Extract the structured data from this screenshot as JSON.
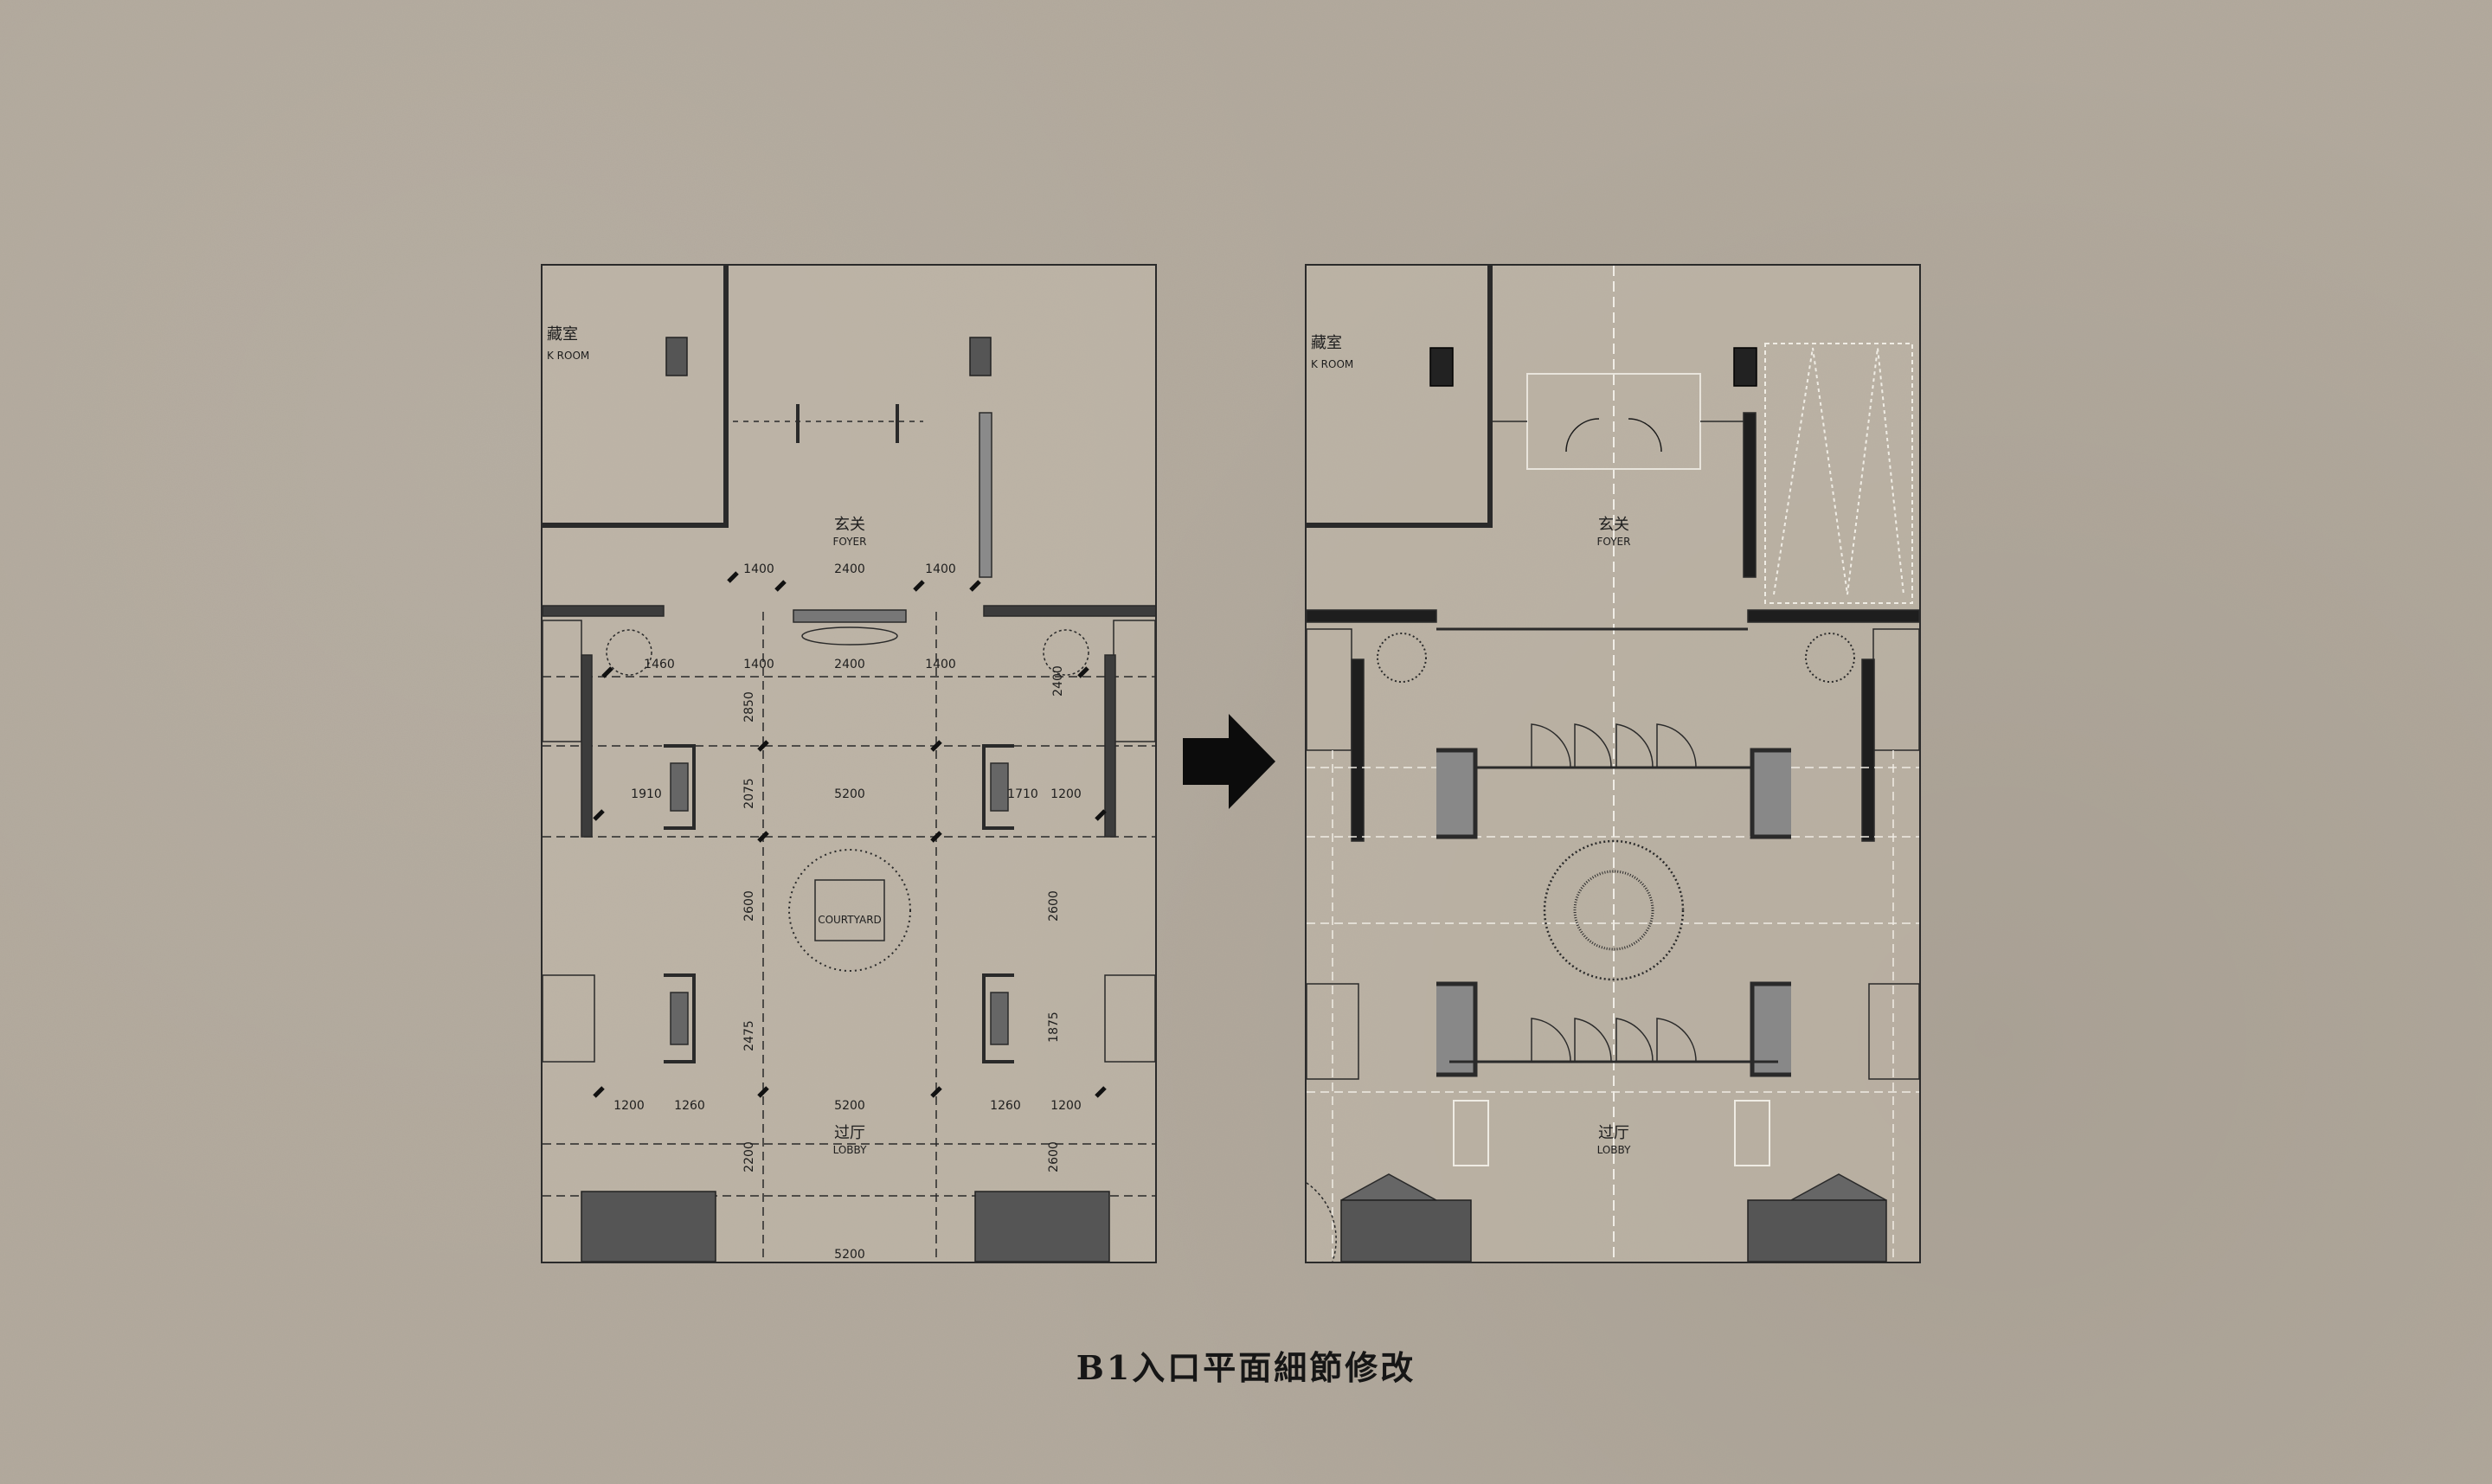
{
  "caption": "B1入口平面細節修改",
  "arrow_icon": "right-arrow-icon",
  "colors": {
    "background": "#b3aa9d",
    "line": "#2a2a2a",
    "wall_fill": "#3c3c3c",
    "ink": "#161616"
  },
  "plans": {
    "before": {
      "room_top_left_cn": "藏室",
      "room_top_left_en": "K ROOM",
      "foyer_cn": "玄关",
      "foyer_en": "FOYER",
      "courtyard_en": "COURTYARD",
      "lobby_cn": "过厅",
      "lobby_en": "LOBBY",
      "dimensions": {
        "d1400_top_left": "1400",
        "d2400_top": "2400",
        "d1400_top_right": "1400",
        "d1460": "1460",
        "d1400_mid_left": "1400",
        "d2400_mid": "2400",
        "d1400_mid_right": "1400",
        "d2850": "2850",
        "d2400_right": "2400",
        "d1910": "1910",
        "d2075": "2075",
        "d5200_upper": "5200",
        "d1710": "1710",
        "d1200_upper_right": "1200",
        "d2600_left": "2600",
        "d2600_right": "2600",
        "d2475": "2475",
        "d1875": "1875",
        "d1200_lower_left": "1200",
        "d1260_left": "1260",
        "d5200_lower": "5200",
        "d1260_right": "1260",
        "d1200_lower_right": "1200",
        "d2200": "2200",
        "d2600_bottom": "2600",
        "d5200_bottom": "5200"
      }
    },
    "after": {
      "room_top_left_cn": "藏室",
      "room_top_left_en": "K ROOM",
      "foyer_cn": "玄关",
      "foyer_en": "FOYER",
      "lobby_cn": "过厅",
      "lobby_en": "LOBBY"
    }
  }
}
